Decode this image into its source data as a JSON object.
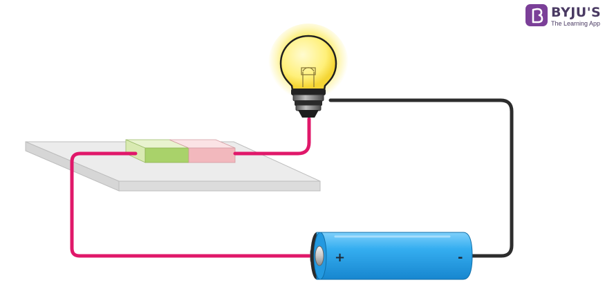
{
  "brand": {
    "name": "BYJU'S",
    "tagline": "The Learning App",
    "badge_color": "#7b3f98"
  },
  "battery": {
    "positive_label": "+",
    "negative_label": "-",
    "color": "#2ea7ee"
  },
  "wires": {
    "positive_wire_color": "#e0186a",
    "negative_wire_color": "#2d2d2d"
  },
  "bulb": {
    "glow_color": "#f7e24a",
    "state": "lit"
  },
  "samples": {
    "left_color": "#a9d26a",
    "right_color": "#f2b8bd"
  }
}
